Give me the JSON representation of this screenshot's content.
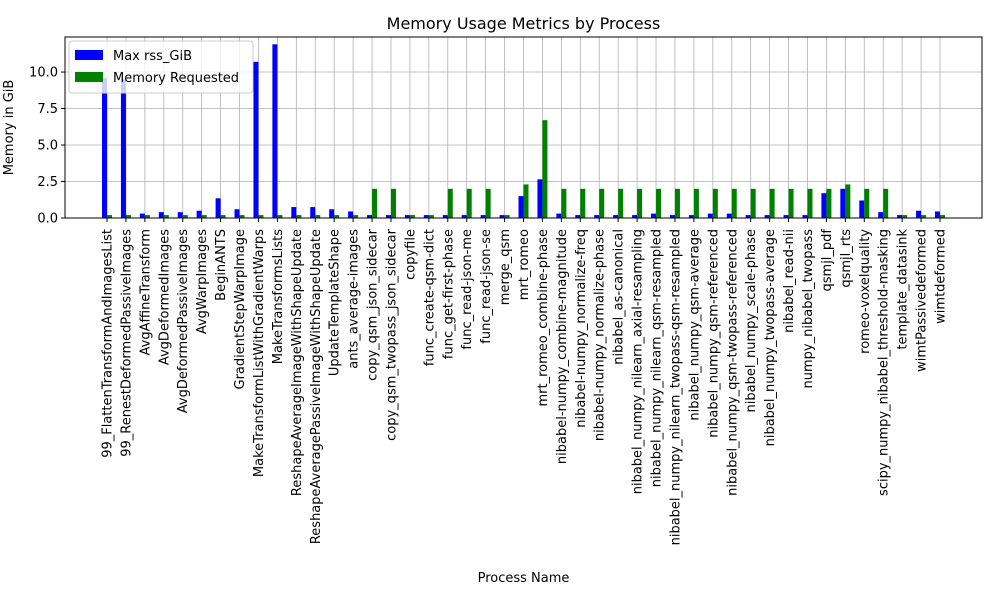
{
  "chart_data": {
    "type": "bar",
    "title": "Memory Usage Metrics by Process",
    "xlabel": "Process Name",
    "ylabel": "Memory in GiB",
    "ylim": [
      0,
      12.4
    ],
    "yticks": [
      0.0,
      2.5,
      5.0,
      7.5,
      10.0
    ],
    "grid": true,
    "legend_position": "top-left",
    "categories": [
      "99_FlattenTransformAndImagesList",
      "99_RenestDeformedPassiveImages",
      "AvgAffineTransform",
      "AvgDeformedImages",
      "AvgDeformedPassiveImages",
      "AvgWarpImages",
      "BeginANTS",
      "GradientStepWarpImage",
      "MakeTransformListWithGradientWarps",
      "MakeTransformsLists",
      "ReshapeAverageImageWithShapeUpdate",
      "ReshapeAveragePassiveImageWithShapeUpdate",
      "UpdateTemplateShape",
      "ants_average-images",
      "copy_qsm_json_sidecar",
      "copy_qsm_twopass_json_sidecar",
      "copyfile",
      "func_create-qsm-dict",
      "func_get-first-phase",
      "func_read-json-me",
      "func_read-json-se",
      "merge_qsm",
      "mrt_romeo",
      "mrt_romeo_combine-phase",
      "nibabel-numpy_combine-magnitude",
      "nibabel-numpy_normalize-freq",
      "nibabel-numpy_normalize-phase",
      "nibabel_as-canonical",
      "nibabel_numpy_nilearn_axial-resampling",
      "nibabel_numpy_nilearn_qsm-resampled",
      "nibabel_numpy_nilearn_twopass-qsm-resampled",
      "nibabel_numpy_qsm-average",
      "nibabel_numpy_qsm-referenced",
      "nibabel_numpy_qsm-twopass-referenced",
      "nibabel_numpy_scale-phase",
      "nibabel_numpy_twopass-average",
      "nibabel_read-nii",
      "numpy_nibabel_twopass",
      "qsmjl_pdf",
      "qsmjl_rts",
      "romeo-voxelquality",
      "scipy_numpy_nibabel_threshold-masking",
      "template_datasink",
      "wimtPassivedeformed",
      "wimtdeformed"
    ],
    "series": [
      {
        "name": "Max rss_GiB",
        "color": "#0000ff",
        "values": [
          9.6,
          9.5,
          0.3,
          0.4,
          0.4,
          0.5,
          1.35,
          0.6,
          10.7,
          11.9,
          0.75,
          0.75,
          0.6,
          0.45,
          0.2,
          0.2,
          0.2,
          0.2,
          0.2,
          0.2,
          0.2,
          0.2,
          1.5,
          2.65,
          0.3,
          0.2,
          0.2,
          0.2,
          0.2,
          0.3,
          0.2,
          0.2,
          0.3,
          0.3,
          0.2,
          0.2,
          0.2,
          0.2,
          1.7,
          2.0,
          1.2,
          0.4,
          0.2,
          0.5,
          0.45
        ]
      },
      {
        "name": "Memory Requested",
        "color": "#008000",
        "values": [
          0.2,
          0.2,
          0.2,
          0.2,
          0.2,
          0.2,
          0.2,
          0.2,
          0.2,
          0.2,
          0.2,
          0.2,
          0.2,
          0.2,
          2.0,
          2.0,
          0.2,
          0.2,
          2.0,
          2.0,
          2.0,
          0.2,
          2.3,
          6.7,
          2.0,
          2.0,
          2.0,
          2.0,
          2.0,
          2.0,
          2.0,
          2.0,
          2.0,
          2.0,
          2.0,
          2.0,
          2.0,
          2.0,
          2.0,
          2.3,
          2.0,
          2.0,
          0.2,
          0.2,
          0.2
        ]
      }
    ]
  }
}
